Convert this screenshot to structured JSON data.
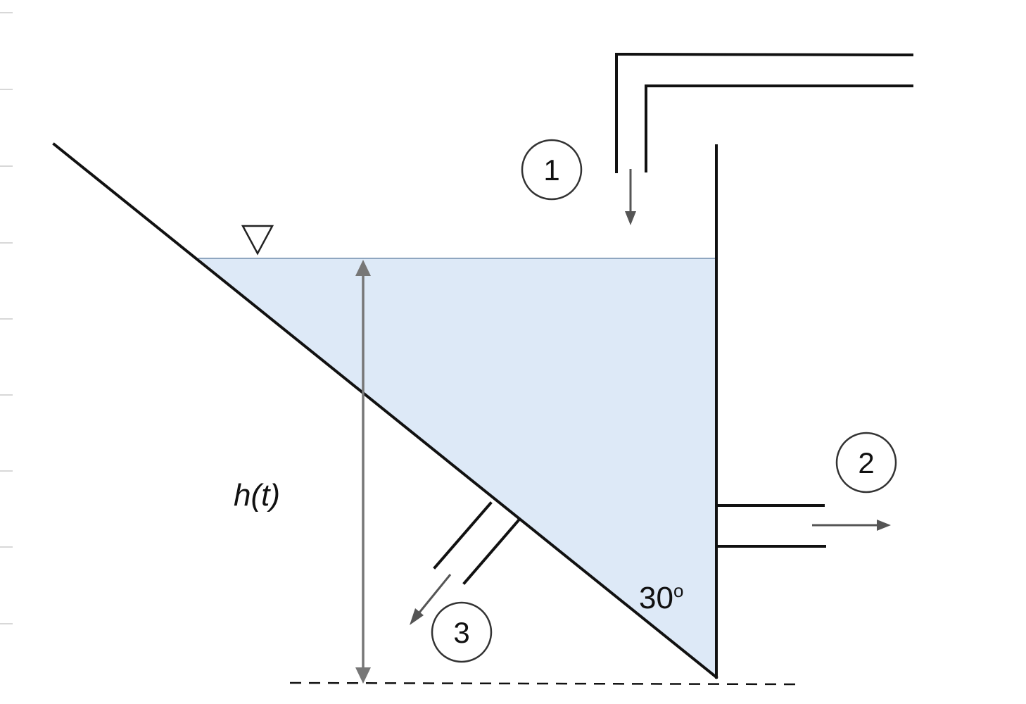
{
  "diagram": {
    "stream_labels": {
      "inlet": "1",
      "side_outlet": "2",
      "bottom_outlet": "3"
    },
    "height_label": "h(t)",
    "angle_label": "30",
    "angle_unit": "o",
    "colors": {
      "water": "#dde9f7",
      "water_surface": "#8fa6c0",
      "ink": "#111111",
      "arrow": "#555555",
      "dimension": "#777777"
    }
  }
}
